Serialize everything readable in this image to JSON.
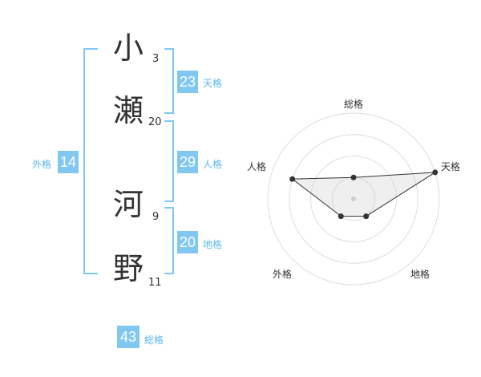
{
  "name": {
    "chars": [
      {
        "char": "小",
        "strokes": "3"
      },
      {
        "char": "瀬",
        "strokes": "20"
      },
      {
        "char": "河",
        "strokes": "9"
      },
      {
        "char": "野",
        "strokes": "11"
      }
    ]
  },
  "kaku": {
    "tenkaku": {
      "value": "23",
      "label": "天格"
    },
    "jinkaku": {
      "value": "29",
      "label": "人格"
    },
    "chikaku": {
      "value": "20",
      "label": "地格"
    },
    "gaikaku": {
      "value": "14",
      "label": "外格"
    },
    "soukaku": {
      "value": "43",
      "label": "総格"
    }
  },
  "colors": {
    "accent": "#80c8f0",
    "accent_text": "#5bb7ec"
  },
  "chart_data": {
    "type": "radar",
    "axes": [
      "総格",
      "天格",
      "地格",
      "外格",
      "人格"
    ],
    "rings": 4,
    "values": [
      0.25,
      1.0,
      0.25,
      0.25,
      0.75
    ],
    "grid": true
  }
}
